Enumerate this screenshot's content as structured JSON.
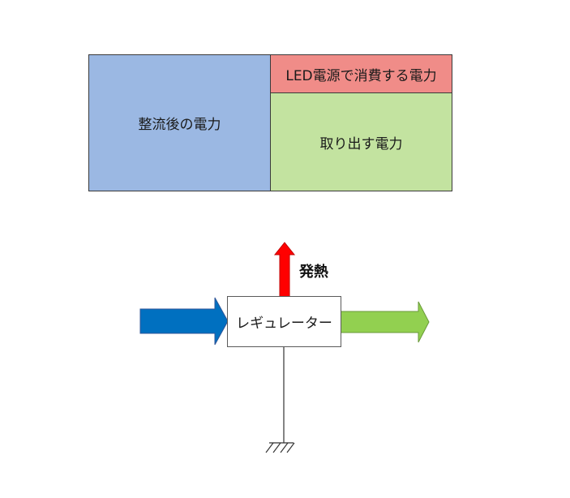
{
  "power_breakdown": {
    "rectified_label": "整流後の電力",
    "led_label": "LED電源で消費する電力",
    "output_label": "取り出す電力"
  },
  "regulator": {
    "label": "レギュレーター"
  },
  "heat": {
    "label": "発熱"
  },
  "colors": {
    "rectified_fill": "#9bb8e3",
    "led_fill": "#f08c88",
    "output_fill": "#c3e3a0",
    "input_arrow": "#0070c0",
    "output_arrow": "#92d050",
    "heat_arrow": "#ff0000"
  }
}
